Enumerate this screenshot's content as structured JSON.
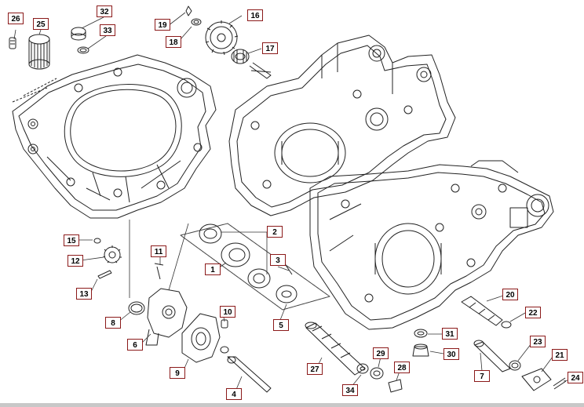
{
  "diagram": {
    "callouts": [
      {
        "id": "26",
        "label": "26"
      },
      {
        "id": "25",
        "label": "25"
      },
      {
        "id": "32",
        "label": "32"
      },
      {
        "id": "33",
        "label": "33"
      },
      {
        "id": "19",
        "label": "19"
      },
      {
        "id": "18",
        "label": "18"
      },
      {
        "id": "16",
        "label": "16"
      },
      {
        "id": "17",
        "label": "17"
      },
      {
        "id": "2",
        "label": "2"
      },
      {
        "id": "1",
        "label": "1"
      },
      {
        "id": "3",
        "label": "3"
      },
      {
        "id": "5",
        "label": "5"
      },
      {
        "id": "15",
        "label": "15"
      },
      {
        "id": "12",
        "label": "12"
      },
      {
        "id": "13",
        "label": "13"
      },
      {
        "id": "11",
        "label": "11"
      },
      {
        "id": "8",
        "label": "8"
      },
      {
        "id": "6",
        "label": "6"
      },
      {
        "id": "10",
        "label": "10"
      },
      {
        "id": "9",
        "label": "9"
      },
      {
        "id": "4",
        "label": "4"
      },
      {
        "id": "27",
        "label": "27"
      },
      {
        "id": "34",
        "label": "34"
      },
      {
        "id": "29",
        "label": "29"
      },
      {
        "id": "28",
        "label": "28"
      },
      {
        "id": "31",
        "label": "31"
      },
      {
        "id": "30",
        "label": "30"
      },
      {
        "id": "20",
        "label": "20"
      },
      {
        "id": "22",
        "label": "22"
      },
      {
        "id": "7",
        "label": "7"
      },
      {
        "id": "23",
        "label": "23"
      },
      {
        "id": "21",
        "label": "21"
      },
      {
        "id": "24",
        "label": "24"
      }
    ]
  }
}
